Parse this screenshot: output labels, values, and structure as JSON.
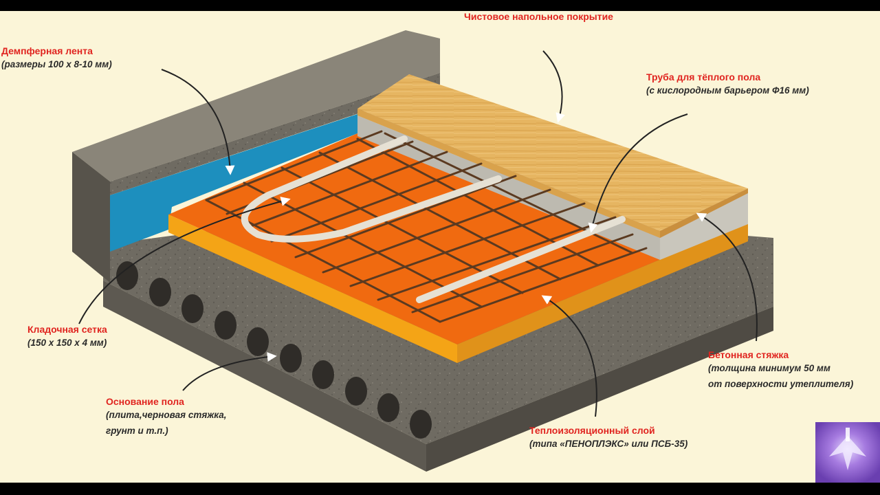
{
  "labels": {
    "finish_floor": {
      "title": "Чистовое напольное покрытие"
    },
    "damper_tape": {
      "title": "Демпферная лента",
      "lines": [
        "(размеры 100 х 8-10 мм)"
      ]
    },
    "pipe": {
      "title": "Труба для тёплого пола",
      "lines": [
        "(с кислородным барьером Ф16 мм)"
      ]
    },
    "mesh": {
      "title": "Кладочная сетка",
      "lines": [
        "(150 х 150 х 4 мм)"
      ]
    },
    "screed": {
      "title": "Бетонная стяжка",
      "lines": [
        "(толщина минимум 50 мм",
        "от поверхности утеплителя)"
      ]
    },
    "base": {
      "title": "Основание пола",
      "lines": [
        "(плита,черновая стяжка,",
        "грунт и т.п.)"
      ]
    },
    "insulation": {
      "title": "Теплоизоляционный слой",
      "lines": [
        "(типа «ПЕНОПЛЭКС» или ПСБ-35)"
      ]
    }
  },
  "colors": {
    "title_red": "#e0241f",
    "concrete": "#6f6b62",
    "damper_blue": "#1d8fbe",
    "insulation_orange": "#f06a10",
    "insulation_yellow": "#f4a416",
    "screed_grey": "#c9c6bc",
    "wood": "#e6b561",
    "background": "#fbf5d8"
  },
  "icons": {
    "corner_logo": "winged-figure-logo"
  }
}
